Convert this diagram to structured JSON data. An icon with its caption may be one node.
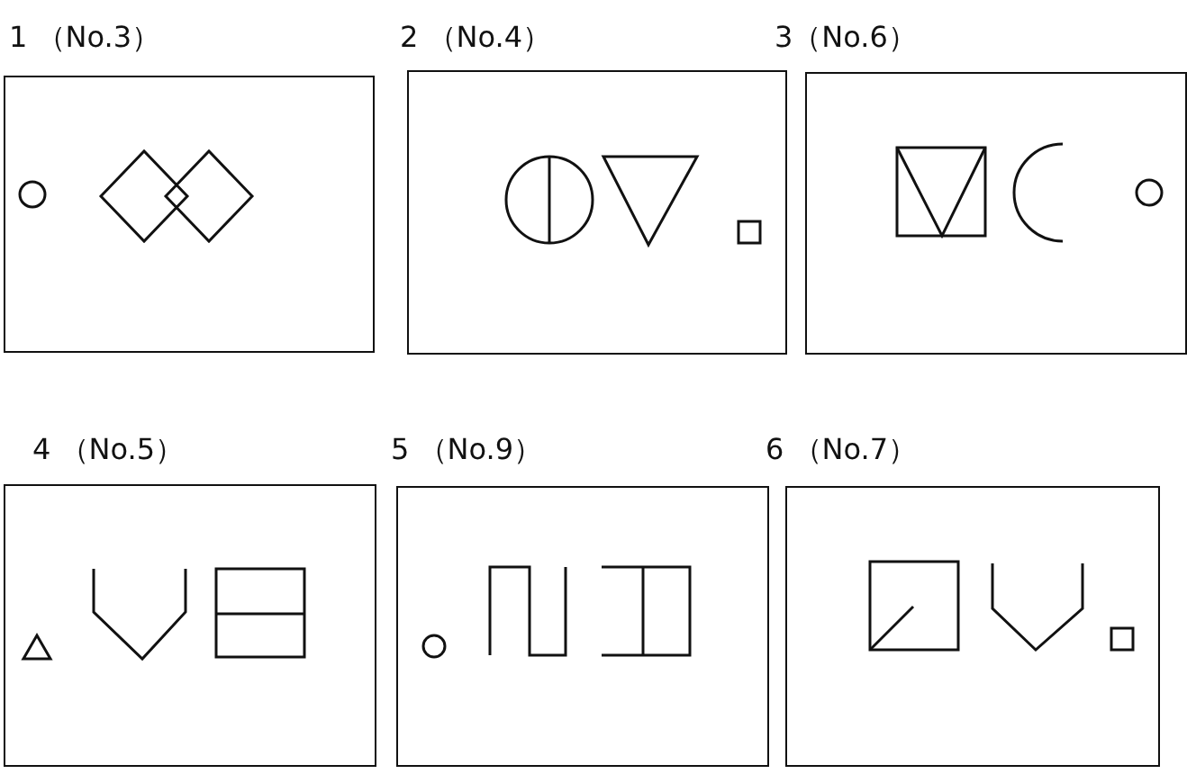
{
  "diagram": {
    "nodes": [
      {
        "text": [
          "1 （No.3）"
        ]
      },
      {
        "text": [
          "2 （No.4）"
        ]
      },
      {
        "text": [
          "3（No.6）"
        ]
      },
      {
        "text": [
          "4 （No.5）"
        ]
      },
      {
        "text": [
          "5 （No.9）"
        ]
      },
      {
        "text": [
          "6 （No.7）"
        ]
      }
    ]
  }
}
